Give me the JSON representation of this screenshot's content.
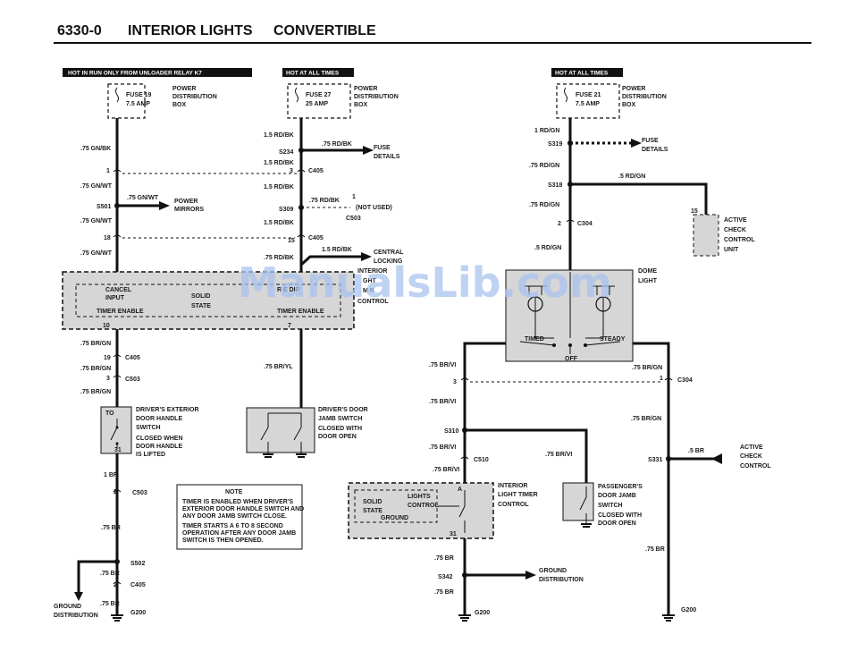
{
  "header": {
    "code": "6330-0",
    "title": "INTERIOR LIGHTS",
    "subtitle": "CONVERTIBLE"
  },
  "watermark": "ManualsLib.com",
  "hot_labels": {
    "left": "HOT IN RUN ONLY FROM UNLOADER RELAY K7",
    "middle": "HOT AT ALL TIMES",
    "right": "HOT AT ALL TIMES"
  },
  "fuses": {
    "f19": {
      "name": "FUSE 19",
      "amp": "7.5 AMP"
    },
    "f27": {
      "name": "FUSE 27",
      "amp": "25 AMP"
    },
    "f21": {
      "name": "FUSE 21",
      "amp": "7.5 AMP"
    },
    "pdb_line1": "POWER",
    "pdb_line2": "DISTRIBUTION",
    "pdb_line3": "BOX"
  },
  "wires": {
    "gn_bk": ".75 GN/BK",
    "gn_wt": ".75 GN/WT",
    "br_gn": ".75 BR/GN",
    "br_yl": ".75 BR/YL",
    "one_br": "1 BR",
    "br75": ".75 BR",
    "rd_bk15": "1.5 RD/BK",
    "rd_bk75": ".75 RD/BK",
    "rd_gn1": "1 RD/GN",
    "rd_gn75": ".75 RD/GN",
    "rd_gn5": ".5 RD/GN",
    "br_vi": ".75 BR/VI",
    "lg_75": ".75 RD/GN",
    "br5": ".5 BR"
  },
  "splices": {
    "s501": "S501",
    "s502": "S502",
    "s234": "S234",
    "s309": "S309",
    "s319": "S319",
    "s318": "S318",
    "s310": "S310",
    "s331": "S331",
    "s342": "S342"
  },
  "connectors": {
    "c405": "C405",
    "c503": "C503",
    "c304": "C304",
    "c510": "C510",
    "g200": "G200"
  },
  "pins": {
    "p1": "1",
    "p2": "2",
    "p3": "3",
    "p10": "10",
    "p15": "15",
    "p18": "18",
    "p19": "19",
    "p31": "31",
    "pA": "A",
    "p7": "7"
  },
  "labels": {
    "power_mirrors_1": "POWER",
    "power_mirrors_2": "MIRRORS",
    "fuse_details_1": "FUSE",
    "fuse_details_2": "DETAILS",
    "not_used": "(NOT USED)",
    "central_locking_1": "CENTRAL",
    "central_locking_2": "LOCKING",
    "icm_1": "INTERIOR",
    "icm_2": "GHT",
    "icm_3": "M  R",
    "icm_4": "CONTROL",
    "cancel": "CANCEL",
    "input": "INPUT",
    "solid": "SOLID",
    "state": "STATE",
    "timer_enable": "TIMER ENABLE",
    "relay_dip": "R  E  DIP",
    "dome_1": "DOME",
    "dome_2": "LIGHT",
    "timed": "TIMED",
    "steady": "STEADY",
    "off": "OFF",
    "acc_1": "ACTIVE",
    "acc_2": "CHECK",
    "acc_3": "CONTROL",
    "acc_4": "UNIT",
    "ext_1": "DRIVER'S EXTERIOR",
    "ext_2": "DOOR HANDLE",
    "ext_3": "SWITCH",
    "ext_4": "CLOSED WHEN",
    "ext_5": "DOOR HANDLE",
    "ext_6": "IS LIFTED",
    "to": "TO",
    "djs_1": "DRIVER'S DOOR",
    "djs_2": "JAMB SWITCH",
    "djs_3": "CLOSED WITH",
    "djs_4": "DOOR OPEN",
    "iltc_1": "INTERIOR",
    "iltc_2": "LIGHT TIMER",
    "iltc_3": "CONTROL",
    "lights": "LIGHTS",
    "control": "CONTROL",
    "ground": "GROUND",
    "pdj_1": "PASSENGER'S",
    "pdj_2": "DOOR JAMB",
    "pdj_3": "SWITCH",
    "pdj_4": "CLOSED WITH",
    "pdj_5": "DOOR OPEN",
    "acc2_1": "ACTIVE",
    "acc2_2": "CHECK",
    "acc2_3": "CONTROL",
    "gd_1": "GROUND",
    "gd_2": "DISTRIBUTION"
  },
  "note": {
    "title": "NOTE",
    "line1": "TIMER IS ENABLED WHEN DRIVER'S",
    "line2": "EXTERIOR DOOR HANDLE SWITCH AND",
    "line3": "ANY DOOR JAMB SWITCH CLOSE.",
    "line4": "TIMER STARTS A 6 TO 8 SECOND",
    "line5": "OPERATION AFTER ANY DOOR JAMB",
    "line6": "SWITCH IS THEN OPENED."
  }
}
